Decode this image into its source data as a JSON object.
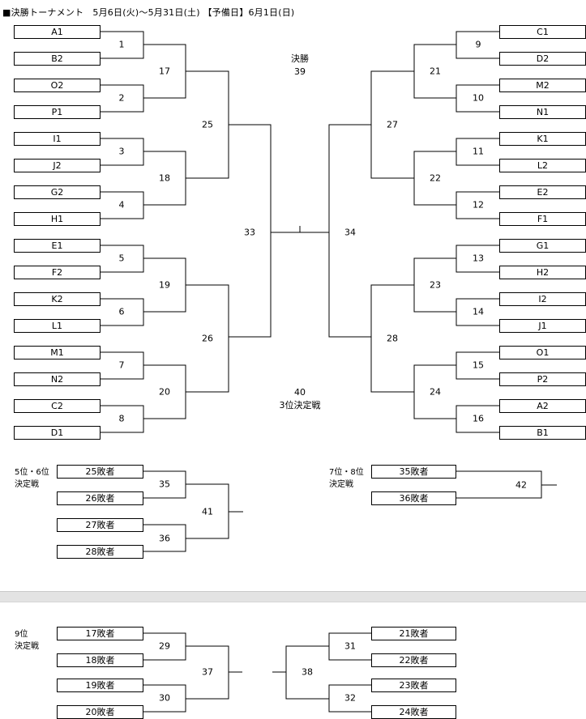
{
  "header": {
    "title": "■決勝トーナメント　5月6日(火)～5月31日(土) 【予備日】6月1日(日)"
  },
  "main": {
    "left_teams": [
      "A1",
      "B2",
      "O2",
      "P1",
      "I1",
      "J2",
      "G2",
      "H1",
      "E1",
      "F2",
      "K2",
      "L1",
      "M1",
      "N2",
      "C2",
      "D1"
    ],
    "right_teams": [
      "C1",
      "D2",
      "M2",
      "N1",
      "K1",
      "L2",
      "E2",
      "F1",
      "G1",
      "H2",
      "I2",
      "J1",
      "O1",
      "P2",
      "A2",
      "B1"
    ],
    "left_r1": [
      "1",
      "2",
      "3",
      "4",
      "5",
      "6",
      "7",
      "8"
    ],
    "right_r1": [
      "9",
      "10",
      "11",
      "12",
      "13",
      "14",
      "15",
      "16"
    ],
    "left_r2": [
      "17",
      "18",
      "19",
      "20"
    ],
    "right_r2": [
      "21",
      "22",
      "23",
      "24"
    ],
    "left_r3": [
      "25",
      "26"
    ],
    "right_r3": [
      "27",
      "28"
    ],
    "semi_left": "33",
    "semi_right": "34",
    "final_label": "決勝",
    "final_num": "39",
    "third_num": "40",
    "third_label": "3位決定戦"
  },
  "place56": {
    "label1": "5位・6位",
    "label2": "決定戦",
    "boxes": [
      "25敗者",
      "26敗者",
      "27敗者",
      "28敗者"
    ],
    "r1": [
      "35",
      "36"
    ],
    "final": "41"
  },
  "place78": {
    "label1": "7位・8位",
    "label2": "決定戦",
    "boxes": [
      "35敗者",
      "36敗者"
    ],
    "final": "42"
  },
  "place9": {
    "label1": "9位",
    "label2": "決定戦",
    "left_boxes": [
      "17敗者",
      "18敗者",
      "19敗者",
      "20敗者"
    ],
    "right_boxes": [
      "21敗者",
      "22敗者",
      "23敗者",
      "24敗者"
    ],
    "left_r1": [
      "29",
      "30"
    ],
    "right_r1": [
      "31",
      "32"
    ],
    "left_final": "37",
    "right_final": "38"
  }
}
